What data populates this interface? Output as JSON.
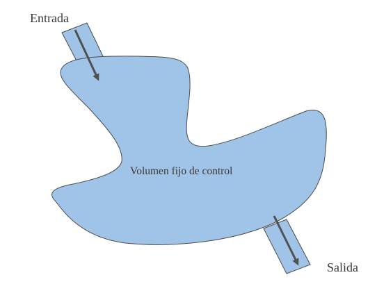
{
  "labels": {
    "inlet": "Entrada",
    "outlet": "Salida",
    "control_volume": "Volumen fijo de control"
  },
  "colors": {
    "fill": "#a0c4e8",
    "outline": "#4a4a4a",
    "arrow": "#505050",
    "text": "#3a3a3a"
  },
  "icons": {
    "inlet_arrow": "arrow-down-right-icon",
    "outlet_arrow": "arrow-down-right-icon"
  }
}
